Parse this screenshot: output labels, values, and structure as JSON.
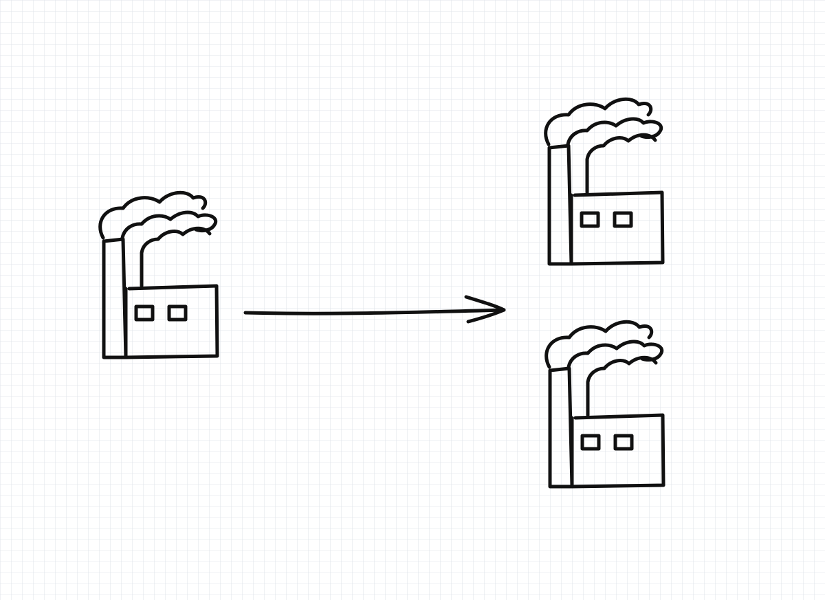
{
  "canvas": {
    "background": "#ffffff",
    "grid_color": "#dfe3ea",
    "ink_color": "#111111",
    "grid": true
  },
  "diagram": {
    "nodes": [
      {
        "id": "source",
        "icon": "factory-icon"
      },
      {
        "id": "target_top",
        "icon": "factory-icon"
      },
      {
        "id": "target_bottom",
        "icon": "factory-icon"
      }
    ],
    "edges": [
      {
        "from": "source",
        "to": "target_top",
        "icon": "arrow-right-icon"
      },
      {
        "from": "source",
        "to": "target_bottom",
        "icon": "arrow-right-icon"
      }
    ]
  }
}
